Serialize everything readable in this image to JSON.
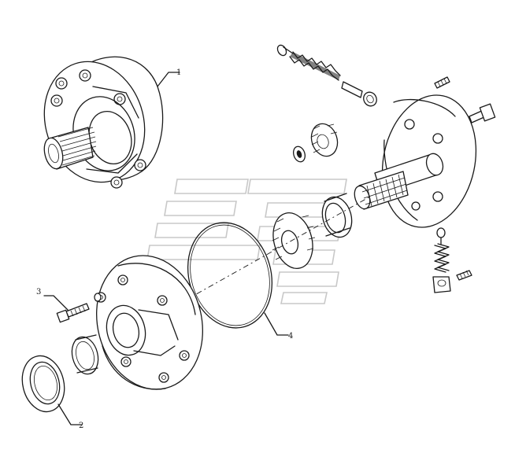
{
  "callouts": [
    {
      "label": "1",
      "part": "pump-housing"
    },
    {
      "label": "2",
      "part": "lip-seal"
    },
    {
      "label": "3",
      "part": "bolt"
    },
    {
      "label": "4",
      "part": "o-ring"
    }
  ]
}
